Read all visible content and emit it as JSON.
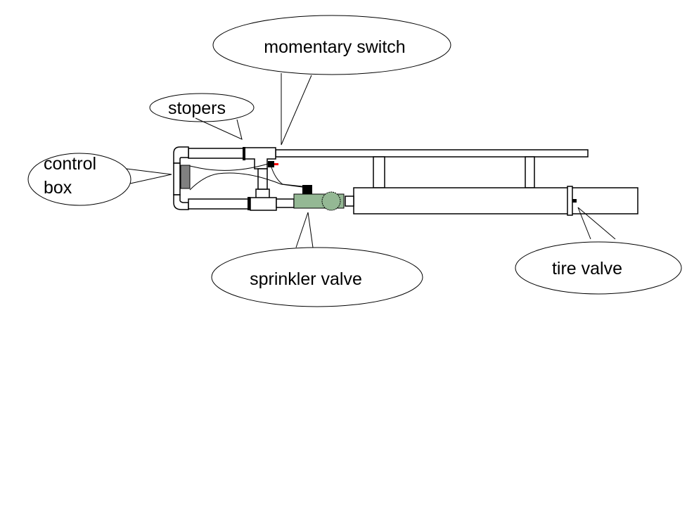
{
  "title": "Pneumatic cannon schematic",
  "colors": {
    "background": "#ffffff",
    "stroke": "#000000",
    "control_box": "#808080",
    "sprinkler_valve": "#94b894",
    "switch_indicator": "#ff0000",
    "solenoid": "#000000"
  },
  "labels": {
    "momentary_switch": "momentary switch",
    "stopers": "stopers",
    "control_box_line1": "control",
    "control_box_line2": "box",
    "sprinkler_valve": "sprinkler valve",
    "tire_valve": "tire valve"
  }
}
